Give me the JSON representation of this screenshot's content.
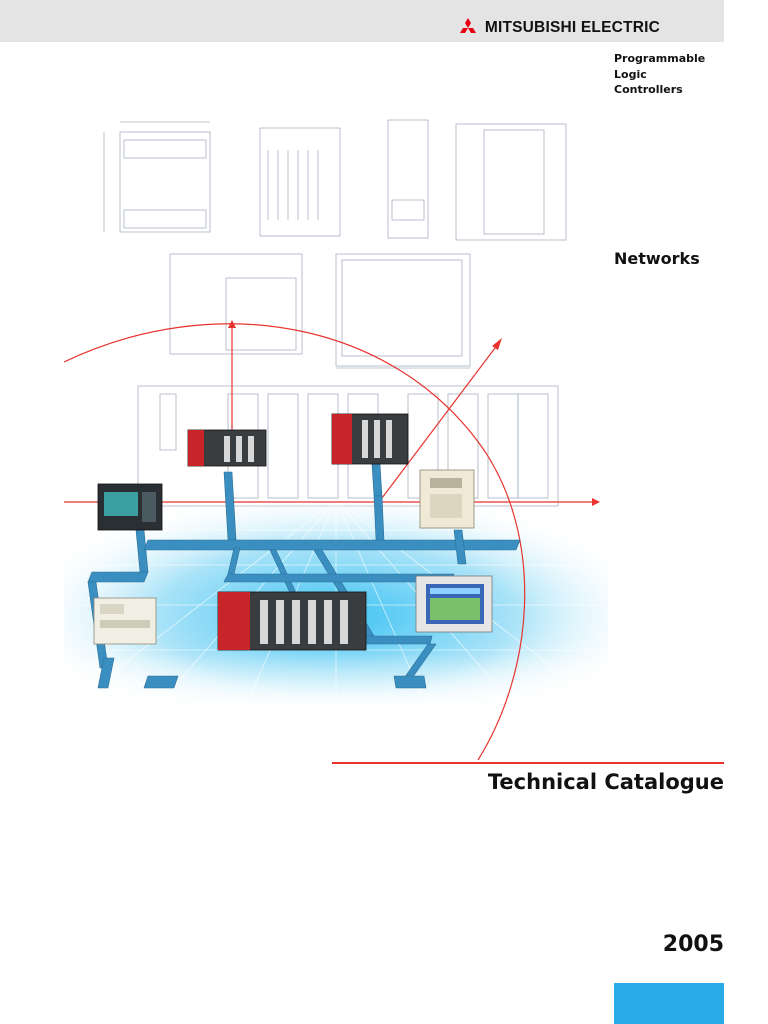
{
  "header": {
    "brand_name": "MITSUBISHI ELECTRIC",
    "brand_logo": "three-diamonds-logo",
    "background": "#e4e4e4"
  },
  "category_lines": [
    "Programmable",
    "Logic",
    "Controllers"
  ],
  "subject": "Networks",
  "title": "Technical Catalogue",
  "year": "2005",
  "colors": {
    "accent_red": "#e8332e",
    "accent_blue": "#29abe7",
    "network_cable": "#3a8fc0"
  }
}
